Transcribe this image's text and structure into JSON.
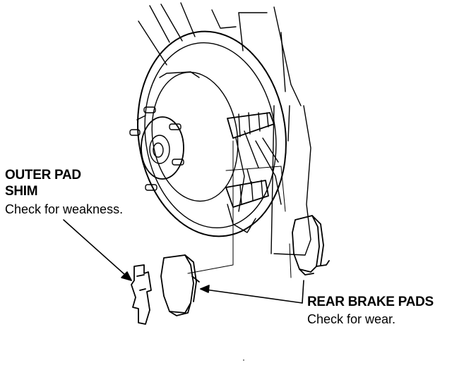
{
  "labels": {
    "outer_pad_shim": {
      "title_line1": "OUTER PAD",
      "title_line2": "SHIM",
      "note": "Check for weakness."
    },
    "rear_brake_pads": {
      "title": "REAR BRAKE PADS",
      "note": "Check for wear."
    }
  },
  "colors": {
    "ink": "#000000",
    "background": "#ffffff"
  }
}
